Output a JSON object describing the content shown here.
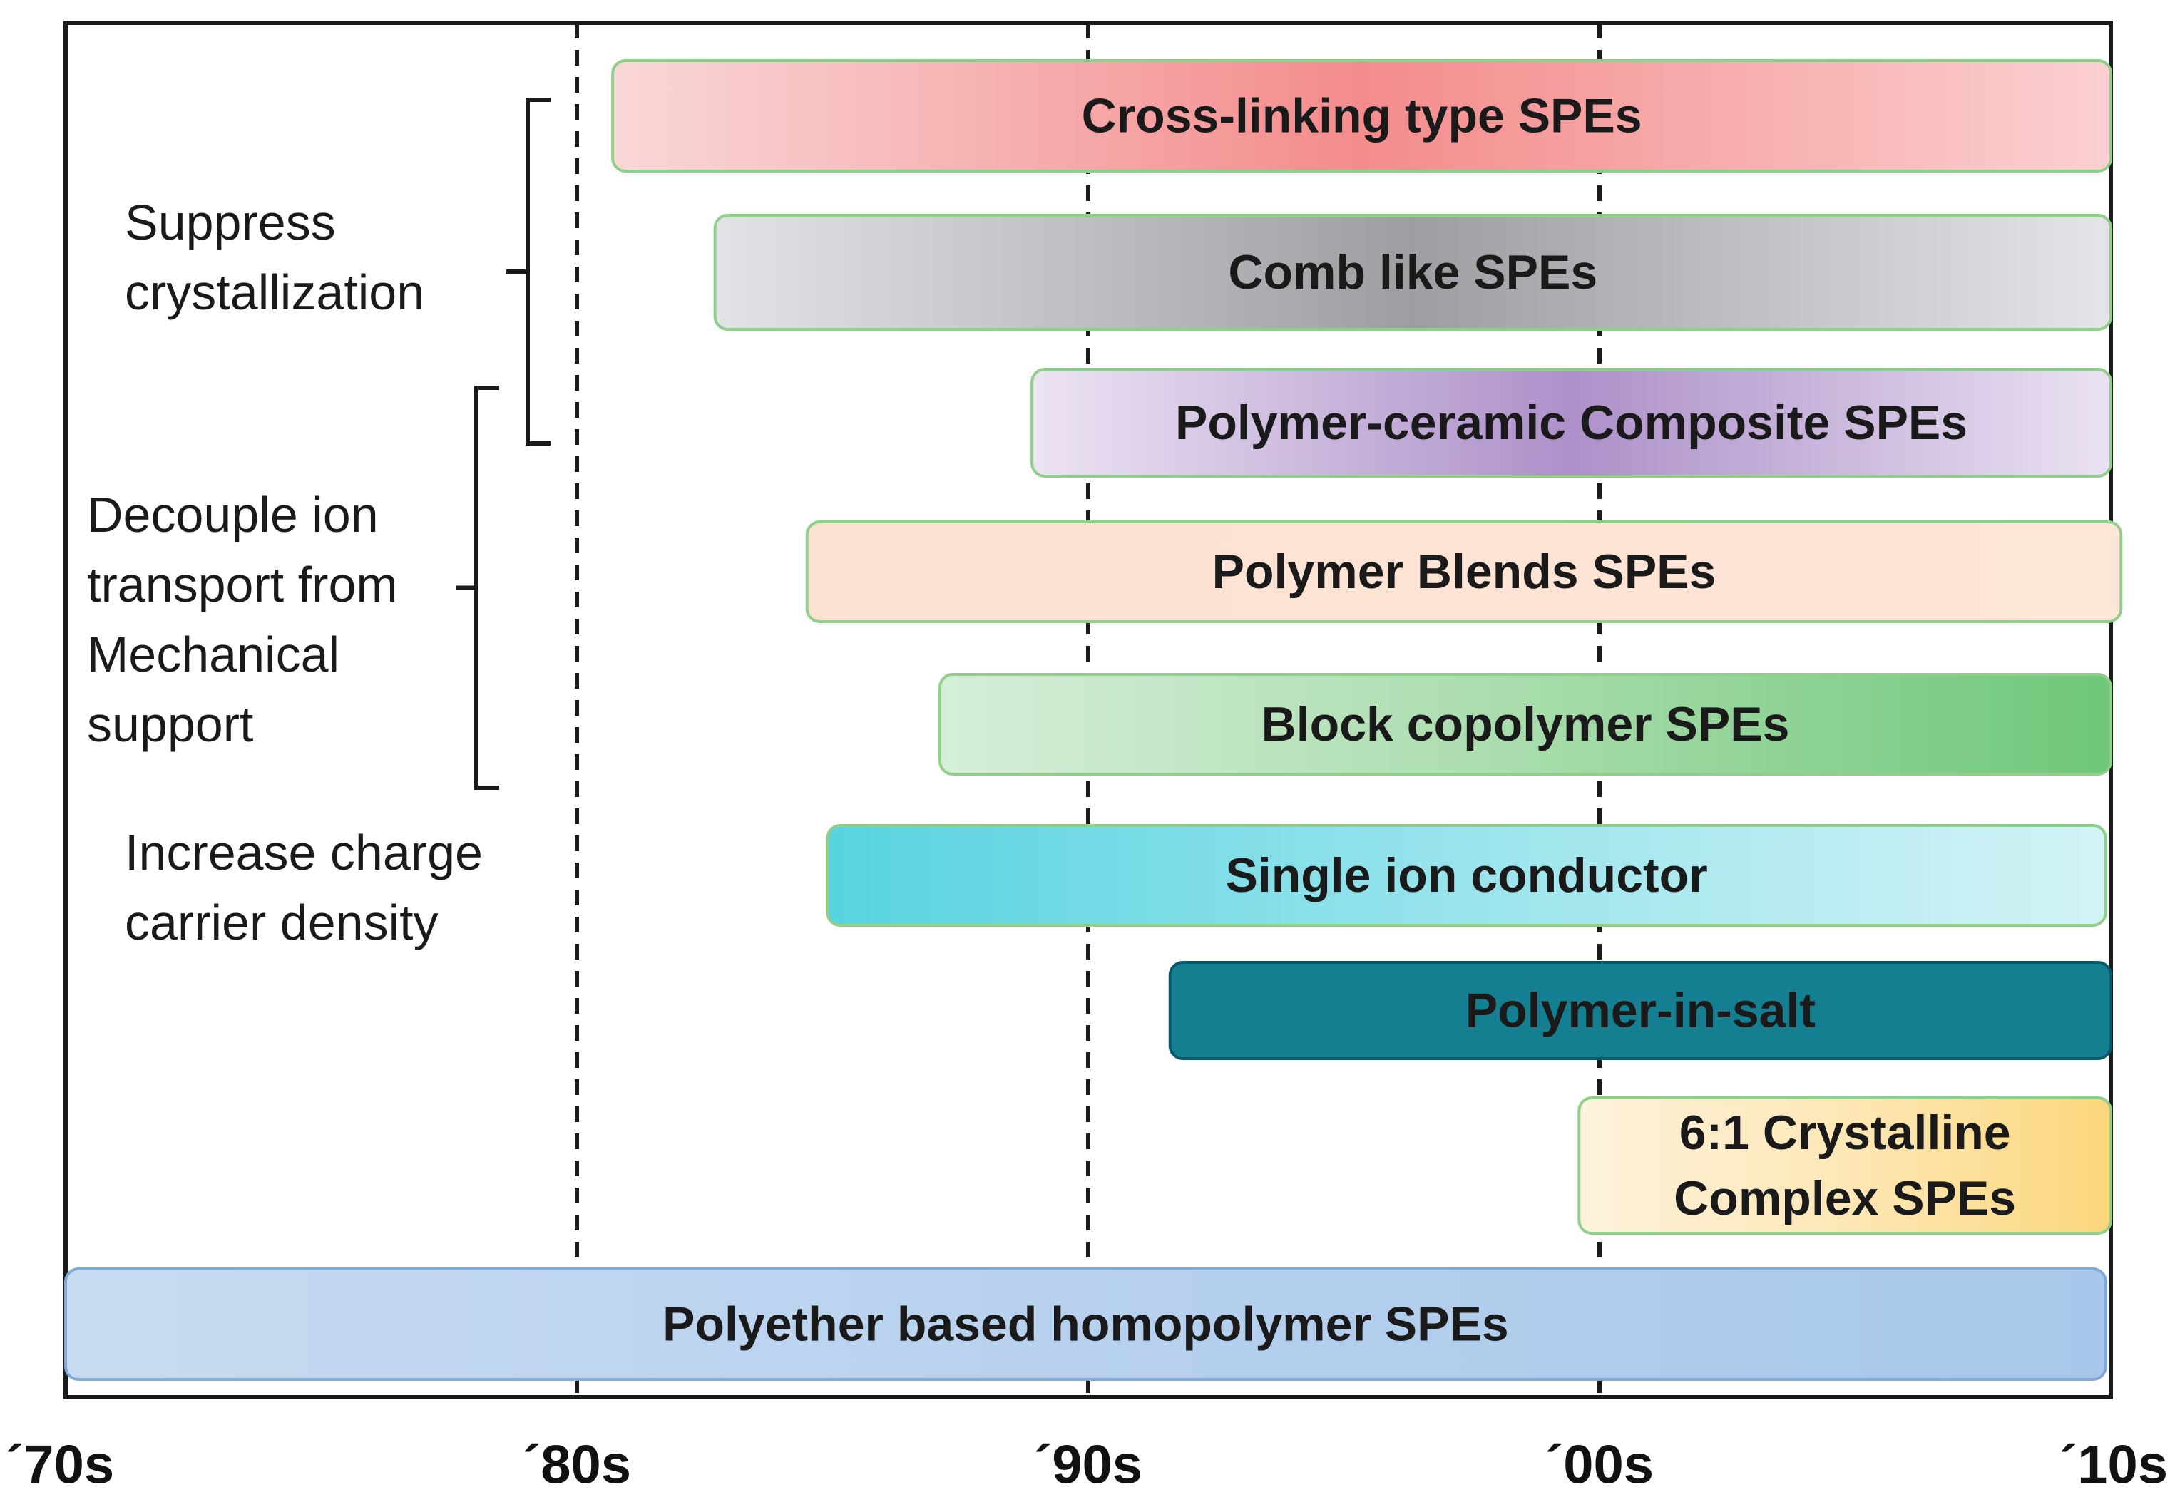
{
  "chart_data": {
    "type": "timeline",
    "x_ticks": [
      "´70s",
      "´80s",
      "´90s",
      "´00s",
      "´10s"
    ],
    "x_range": [
      1970,
      2010
    ],
    "gridlines_at": [
      1980,
      1990,
      2000
    ],
    "bars": [
      {
        "label": "Cross-linking type SPEs",
        "start": 1980.7,
        "end": 2010,
        "colors": [
          "#f9d7d7",
          "#f48c8c",
          "#fbd0d0"
        ]
      },
      {
        "label": "Comb like SPEs",
        "start": 1982.7,
        "end": 2010,
        "colors": [
          "#e2e3e6",
          "#9c9ea2",
          "#e4e5e8"
        ]
      },
      {
        "label": "Polymer-ceramic Composite SPEs",
        "start": 1988.9,
        "end": 2010,
        "colors": [
          "#ece4f3",
          "#ad90c9",
          "#eae2f2"
        ]
      },
      {
        "label": "Polymer Blends SPEs",
        "start": 1984.5,
        "end": 2010.2,
        "colors": [
          "#fde2d2",
          "#fde3d4",
          "#fde5d8"
        ]
      },
      {
        "label": "Block copolymer SPEs",
        "start": 1987.1,
        "end": 2010,
        "colors": [
          "#d6eed8",
          "#a8dcac",
          "#6fc77a"
        ]
      },
      {
        "label": "Single ion conductor",
        "start": 1984.9,
        "end": 2009.9,
        "colors": [
          "#57d3e0",
          "#9ae4ec",
          "#d3f3f6"
        ]
      },
      {
        "label": "Polymer-in-salt",
        "start": 1991.6,
        "end": 2010,
        "colors": [
          "#137f91",
          "#137f91",
          "#137f91"
        ]
      },
      {
        "label": [
          "6:1 Crystalline",
          "Complex SPEs"
        ],
        "start": 1999.6,
        "end": 2010,
        "colors": [
          "#fdf2dc",
          "#fde7b6",
          "#fbd77c"
        ]
      },
      {
        "label": "Polyether based homopolymer SPEs",
        "start": 1970,
        "end": 2009.9,
        "colors": [
          "#c7dbf1",
          "#b7d1ee",
          "#a8c7ea"
        ]
      }
    ],
    "annotations": [
      {
        "lines": [
          "Suppress",
          "crystallization"
        ],
        "bracket_rows": [
          0,
          2
        ]
      },
      {
        "lines": [
          "Decouple ion",
          "transport from",
          "Mechanical",
          "support"
        ],
        "bracket_rows": [
          2,
          4
        ]
      },
      {
        "lines": [
          "Increase charge",
          "carrier density"
        ]
      }
    ],
    "grid": true,
    "gridline_style": "dashed"
  }
}
